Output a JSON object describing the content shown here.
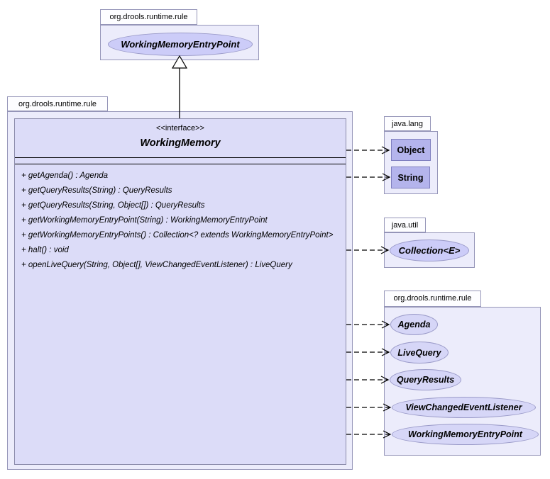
{
  "diagram_type": "uml-class-diagram",
  "colors": {
    "package_body": "#ececfb",
    "package_tab": "#fdfdff",
    "package_border": "#9595b8",
    "interface_box_fill": "#dcdcf8",
    "ellipse_fill": "#d6d6f7",
    "type_box_fill": "#b4b4ec",
    "line": "#000000"
  },
  "top_package": {
    "name": "org.drools.runtime.rule",
    "ellipse_label": "WorkingMemoryEntryPoint"
  },
  "main_package": {
    "name": "org.drools.runtime.rule",
    "interface": {
      "stereotype": "<<interface>>",
      "title": "WorkingMemory",
      "methods": [
        "+ getAgenda() : Agenda",
        "+ getQueryResults(String) : QueryResults",
        "+ getQueryResults(String, Object[]) : QueryResults",
        "+ getWorkingMemoryEntryPoint(String) : WorkingMemoryEntryPoint",
        "+ getWorkingMemoryEntryPoints() : Collection<? extends WorkingMemoryEntryPoint>",
        "+ halt() : void",
        "+ openLiveQuery(String, Object[], ViewChangedEventListener) : LiveQuery"
      ]
    }
  },
  "java_lang_package": {
    "name": "java.lang",
    "types": [
      "Object",
      "String"
    ]
  },
  "java_util_package": {
    "name": "java.util",
    "ellipse_label": "Collection<E>"
  },
  "rule_types_package": {
    "name": "org.drools.runtime.rule",
    "ellipses": [
      "Agenda",
      "LiveQuery",
      "QueryResults",
      "ViewChangedEventListener",
      "WorkingMemoryEntryPoint"
    ]
  }
}
